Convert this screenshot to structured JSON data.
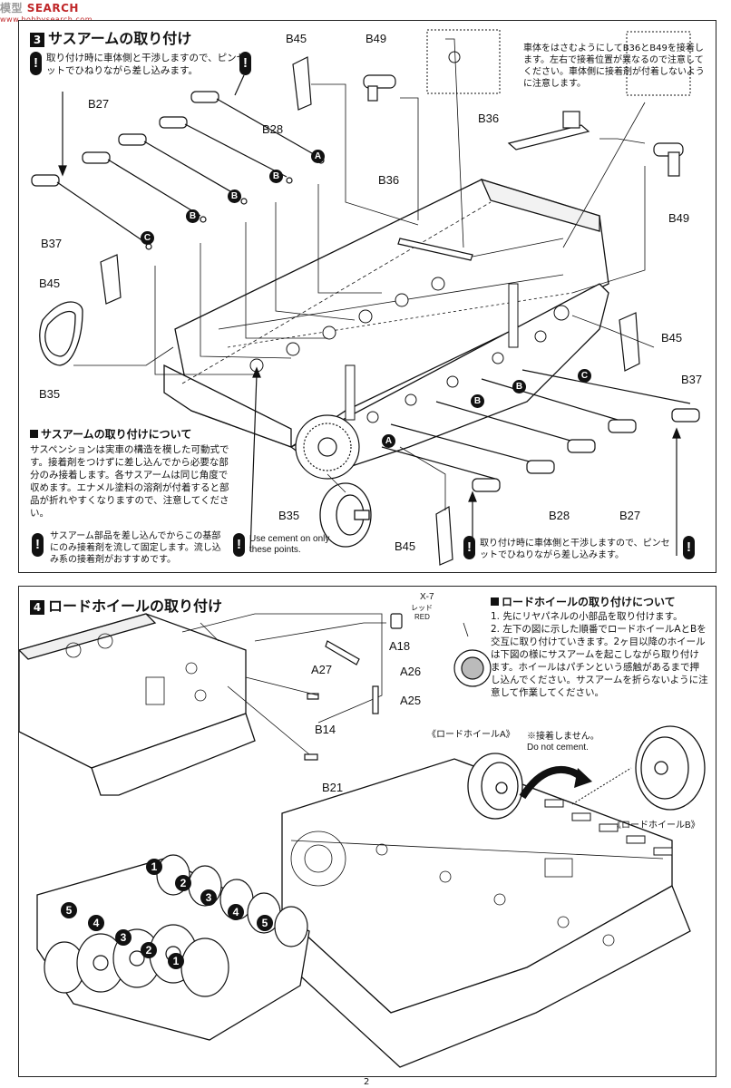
{
  "watermark": {
    "part1": "模型",
    "part2": "SEARCH",
    "part3": "www.hobbysearch.com"
  },
  "step3": {
    "number": "3",
    "title": "サスアームの取り付け",
    "warn_top_left": "取り付け時に車体側と干渉しますので、ピンセットでひねりながら差し込みます。",
    "note_top_right": "車体をはさむようにしてB36とB49を接着します。左右で接着位置が異なるので注意してください。車体側に接着剤が付着しないように注意します。",
    "about_heading": "サスアームの取り付けについて",
    "about_text": "サスペンションは実車の構造を模した可動式です。接着剤をつけずに差し込んでから必要な部分のみ接着します。各サスアームは同じ角度で収めます。エナメル塗料の溶剤が付着すると部品が折れやすくなりますので、注意してください。",
    "warn_bottom_left": "サスアーム部品を差し込んでからこの基部にのみ接着剤を流して固定します。流し込み系の接着剤がおすすめです。",
    "warn_bottom_en": "Use cement on only these points.",
    "warn_bottom_right": "取り付け時に車体側と干渉しますので、ピンセットでひねりながら差し込みます。",
    "parts": {
      "b45_top": "B45",
      "b49_top": "B49",
      "b27_left": "B27",
      "b28_top": "B28",
      "b36_mid": "B36",
      "b36_right": "B36",
      "b49_right": "B49",
      "b37_left": "B37",
      "b45_left": "B45",
      "b35_left": "B35",
      "b45_right": "B45",
      "b37_right": "B37",
      "b35_bottom": "B35",
      "b45_bottom": "B45",
      "b28_bottom": "B28",
      "b27_bottom": "B27"
    },
    "markers": [
      "A",
      "B",
      "B",
      "B",
      "C",
      "C",
      "B",
      "B",
      "A"
    ]
  },
  "step4": {
    "number": "4",
    "title": "ロードホイールの取り付け",
    "about_heading": "ロードホイールの取り付けについて",
    "about_text": "1. 先にリヤパネルの小部品を取り付けます。\n2. 左下の図に示した順番でロードホイールAとBを交互に取り付けていきます。2ヶ目以降のホイールは下図の様にサスアームを起こしながら取り付けます。ホイールはパチンという感触があるまで押し込んでください。サスアームを折らないように注意して作業してください。",
    "paint_code": "X-7",
    "paint_jp": "レッド",
    "paint_en": "RED",
    "parts": {
      "a18": "A18",
      "a27": "A27",
      "a26": "A26",
      "a25": "A25",
      "b14": "B14",
      "b21": "B21"
    },
    "wheel_a_label": "《ロードホイールA》",
    "wheel_b_label": "《ロードホイールB》",
    "no_cement_jp": "※接着しません。",
    "no_cement_en": "Do not cement.",
    "order_numbers": [
      "1",
      "2",
      "3",
      "4",
      "5",
      "5",
      "4",
      "3",
      "2",
      "1"
    ]
  },
  "page_number": "2"
}
